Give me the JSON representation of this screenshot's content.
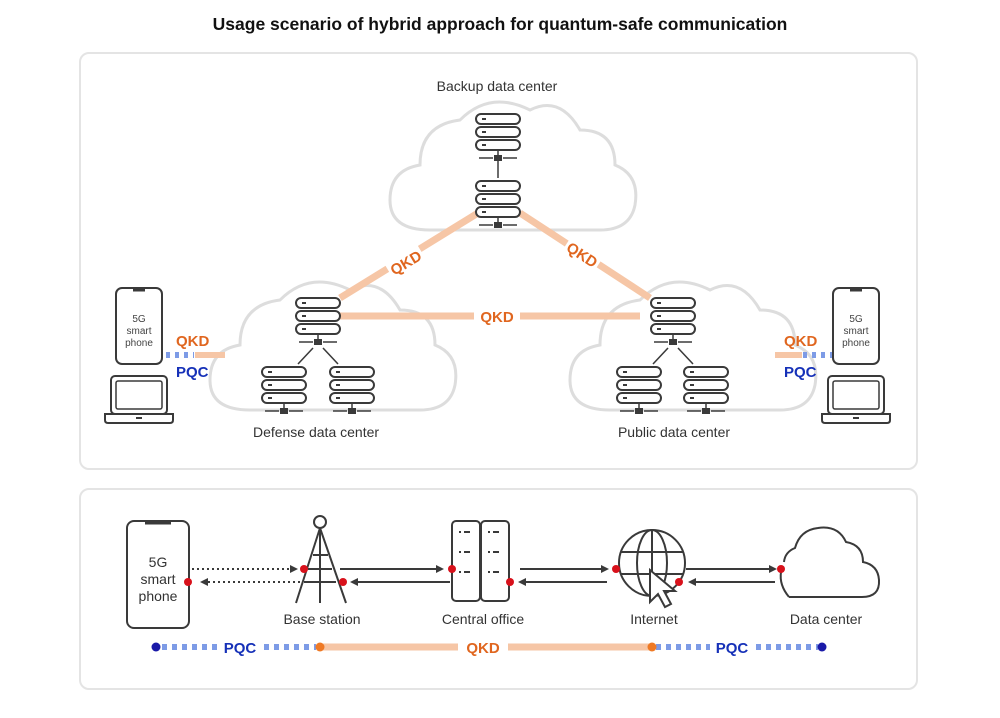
{
  "title": "Usage scenario of hybrid approach for quantum-safe communication",
  "colors": {
    "qkd": "#e0661f",
    "qkd_line": "#f6c6a6",
    "pqc": "#1631b8",
    "pqc_line": "#7d9be6",
    "node_dot": "#d8111b",
    "icon_stroke": "#3a3a3a",
    "cloud_stroke": "#dddddd",
    "panel_border": "#e4e4e4"
  },
  "top_panel": {
    "data_centers": {
      "backup": "Backup data center",
      "defense": "Defense data center",
      "public": "Public data center"
    },
    "links": {
      "backup_defense": "QKD",
      "backup_public": "QKD",
      "defense_public": "QKD"
    },
    "left_client": {
      "phone_lines": [
        "5G",
        "smart",
        "phone"
      ],
      "qkd_label": "QKD",
      "pqc_label": "PQC",
      "device": "laptop"
    },
    "right_client": {
      "phone_lines": [
        "5G",
        "smart",
        "phone"
      ],
      "qkd_label": "QKD",
      "pqc_label": "PQC",
      "device": "laptop"
    }
  },
  "bottom_panel": {
    "nodes": [
      {
        "label": "",
        "phone_lines": [
          "5G",
          "smart",
          "phone"
        ],
        "icon": "smartphone-icon"
      },
      {
        "label": "Base station",
        "icon": "cell-tower-icon"
      },
      {
        "label": "Central office",
        "icon": "server-rack-icon"
      },
      {
        "label": "Internet",
        "icon": "globe-cursor-icon"
      },
      {
        "label": "Data center",
        "icon": "cloud-icon"
      }
    ],
    "segments": [
      {
        "label": "PQC",
        "type": "pqc"
      },
      {
        "label": "QKD",
        "type": "qkd"
      },
      {
        "label": "PQC",
        "type": "pqc"
      }
    ]
  }
}
